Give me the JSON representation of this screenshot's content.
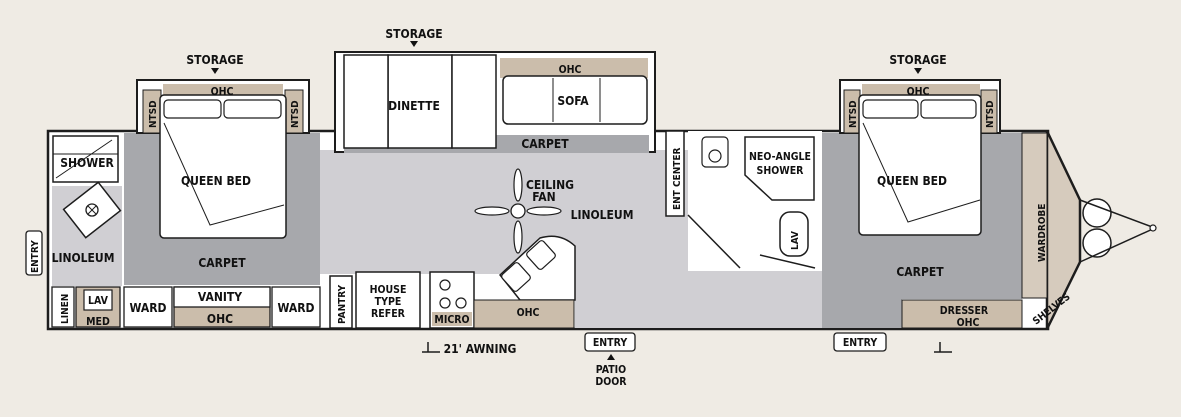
{
  "colors": {
    "background": "#efebe4",
    "linoleum": "#d0cfd3",
    "carpet": "#a7a8ac",
    "cabinet": "#cbbdab",
    "white": "#ffffff",
    "outline": "#1d1d1d"
  },
  "labels": {
    "storage_left": "STORAGE",
    "storage_top": "STORAGE",
    "storage_right": "STORAGE",
    "ohc_bed_left": "OHC",
    "ohc_sofa": "OHC",
    "ohc_bed_right": "OHC",
    "ntsd": "NTSD",
    "dinette": "DINETTE",
    "sofa": "SOFA",
    "carpet_slide": "CARPET",
    "ent_center": "ENT CENTER",
    "neo_angle_1": "NEO-ANGLE",
    "neo_angle_2": "SHOWER",
    "shower_left": "SHOWER",
    "queen_bed_left": "QUEEN BED",
    "queen_bed_right": "QUEEN BED",
    "ceiling": "CEILING",
    "fan": "FAN",
    "linoleum_main": "LINOLEUM",
    "linoleum_bath": "LINOLEUM",
    "carpet_bed_left": "CARPET",
    "carpet_bed_right": "CARPET",
    "lav_left": "LAV",
    "lav_right": "LAV",
    "med": "MED",
    "linen": "LINEN",
    "ward_1": "WARD",
    "ward_2": "WARD",
    "vanity": "VANITY",
    "ohc_vanity": "OHC",
    "pantry": "PANTRY",
    "refer_1": "HOUSE",
    "refer_2": "TYPE",
    "refer_3": "REFER",
    "micro": "MICRO",
    "ohc_kitchen": "OHC",
    "dresser": "DRESSER",
    "ohc_dresser": "OHC",
    "shelves": "SHELVES",
    "wardrobe": "WARDROBE",
    "entry_left": "ENTRY",
    "entry_patio": "ENTRY",
    "entry_right": "ENTRY",
    "awning": "21' AWNING",
    "patio_1": "PATIO",
    "patio_2": "DOOR"
  }
}
